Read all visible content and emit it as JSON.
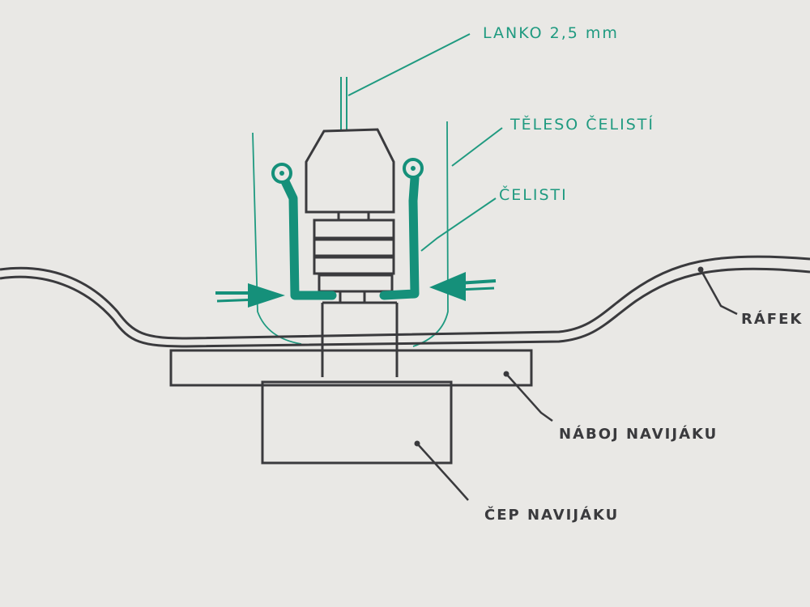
{
  "colors": {
    "paper": "#e9e8e5",
    "ink_black": "#3a3a3d",
    "ink_green": "#1f9a80",
    "marker_green": "#15907a"
  },
  "labels": {
    "lanko": "LANKO 2,5 mm",
    "teleso": "TĚLESO ČELISTÍ",
    "celisti": "ČELISTI",
    "rafek": "RÁFEK",
    "naboj": "NÁBOJ NAVIJÁKU",
    "cep": "ČEP NAVIJÁKU"
  }
}
